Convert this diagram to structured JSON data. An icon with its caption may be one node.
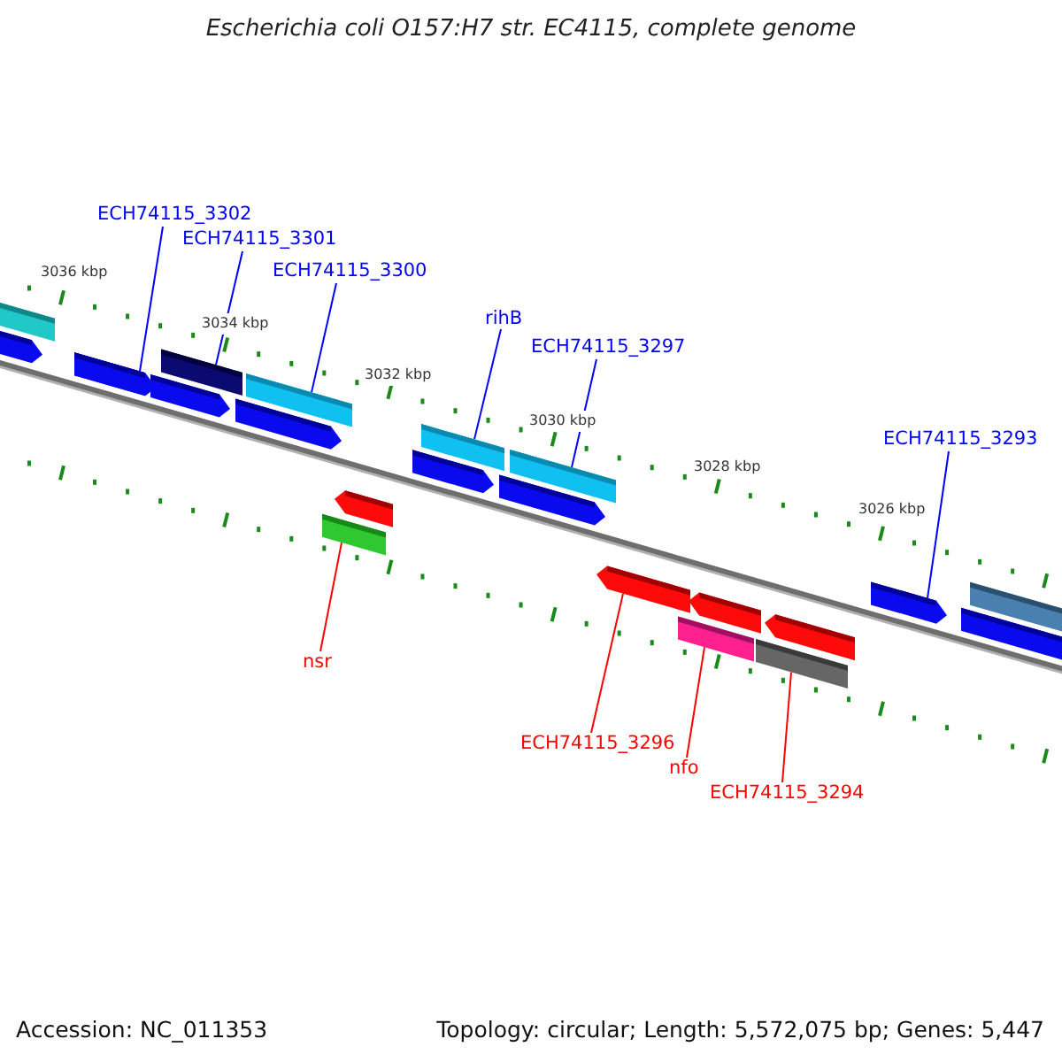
{
  "diagram": {
    "title": "Escherichia coli O157:H7 str. EC4115, complete genome",
    "nodes": [
      {
        "text": [
          "ECH74115_3302"
        ]
      },
      {
        "text": [
          "ECH74115_3301"
        ]
      },
      {
        "text": [
          "ECH74115_3300"
        ]
      },
      {
        "text": [
          "rihB"
        ]
      },
      {
        "text": [
          "ECH74115_3297"
        ]
      },
      {
        "text": [
          "ECH74115_3293"
        ]
      },
      {
        "text": [
          "nsr"
        ]
      },
      {
        "text": [
          "ECH74115_3296"
        ]
      },
      {
        "text": [
          "nfo"
        ]
      },
      {
        "text": [
          "ECH74115_3294"
        ]
      },
      {
        "text": [],
        "shape": "bar"
      },
      {
        "text": [],
        "shape": "bar"
      },
      {
        "text": [],
        "shape": "bar"
      },
      {
        "text": [],
        "shape": "bar"
      },
      {
        "text": [],
        "shape": "bar"
      },
      {
        "text": [],
        "shape": "bar"
      },
      {
        "text": [],
        "shape": "bar"
      },
      {
        "text": [],
        "shape": "bar"
      },
      {
        "text": [],
        "shape": "bar"
      },
      {
        "text": [],
        "shape": "bar"
      }
    ],
    "edges": [
      {
        "from": 0,
        "to": 10,
        "arrow": "none"
      },
      {
        "from": 1,
        "to": 11,
        "arrow": "none"
      },
      {
        "from": 2,
        "to": 12,
        "arrow": "none"
      },
      {
        "from": 3,
        "to": 13,
        "arrow": "none"
      },
      {
        "from": 4,
        "to": 14,
        "arrow": "none"
      },
      {
        "from": 5,
        "to": 15,
        "arrow": "none"
      },
      {
        "from": 6,
        "to": 16,
        "arrow": "none",
        "color": "#ff0000"
      },
      {
        "from": 7,
        "to": 17,
        "arrow": "none",
        "color": "#ff0000"
      },
      {
        "from": 8,
        "to": 18,
        "arrow": "none",
        "color": "#ff0000"
      },
      {
        "from": 9,
        "to": 19,
        "arrow": "none",
        "color": "#ff0000"
      }
    ],
    "labels": [
      "3036 kbp",
      "3034 kbp",
      "3032 kbp",
      "3030 kbp",
      "3028 kbp",
      "3026 kbp",
      "Accession: NC_011353",
      "Topology: circular; Length: 5,572,075 bp; Genes: 5,447"
    ]
  }
}
